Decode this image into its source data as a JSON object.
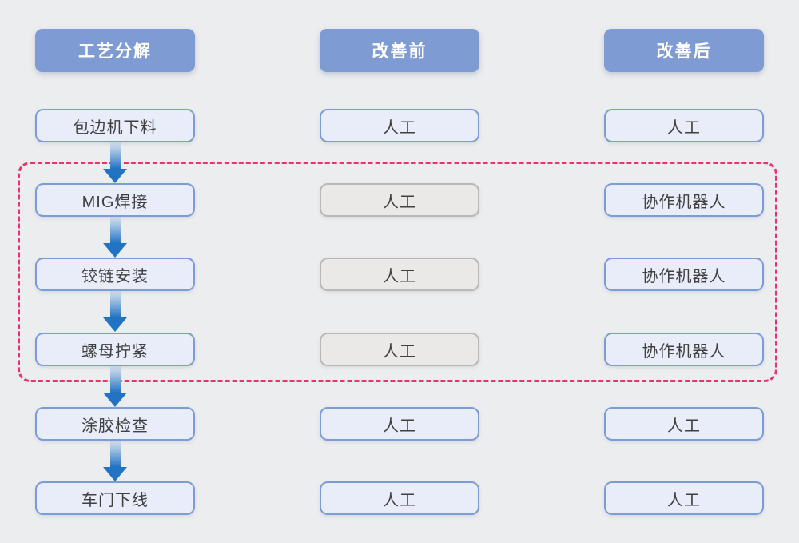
{
  "diagram": {
    "title_implicit": "工艺分解改善对比流程图",
    "headers": [
      {
        "label": "工艺分解"
      },
      {
        "label": "改善前"
      },
      {
        "label": "改善后"
      }
    ],
    "rows": [
      {
        "process": "包边机下料",
        "before": "人工",
        "after": "人工",
        "highlighted": false
      },
      {
        "process": "MIG焊接",
        "before": "人工",
        "after": "协作机器人",
        "highlighted": true
      },
      {
        "process": "铰链安装",
        "before": "人工",
        "after": "协作机器人",
        "highlighted": true
      },
      {
        "process": "螺母拧紧",
        "before": "人工",
        "after": "协作机器人",
        "highlighted": true
      },
      {
        "process": "涂胶检查",
        "before": "人工",
        "after": "人工",
        "highlighted": false
      },
      {
        "process": "车门下线",
        "before": "人工",
        "after": "人工",
        "highlighted": false
      }
    ],
    "colors": {
      "background": "#ECEDEF",
      "header_fill": "#7E9BD3",
      "header_text": "#FFFFFF",
      "blue_box_fill": "#E8EDF9",
      "blue_box_border": "#7C9CD6",
      "gray_box_fill": "#EAE9E8",
      "gray_box_border": "#BAB8B6",
      "box_text": "#404040",
      "arrow_blue": "#2273C3",
      "highlight_dashed_pink": "#E9336B"
    }
  }
}
